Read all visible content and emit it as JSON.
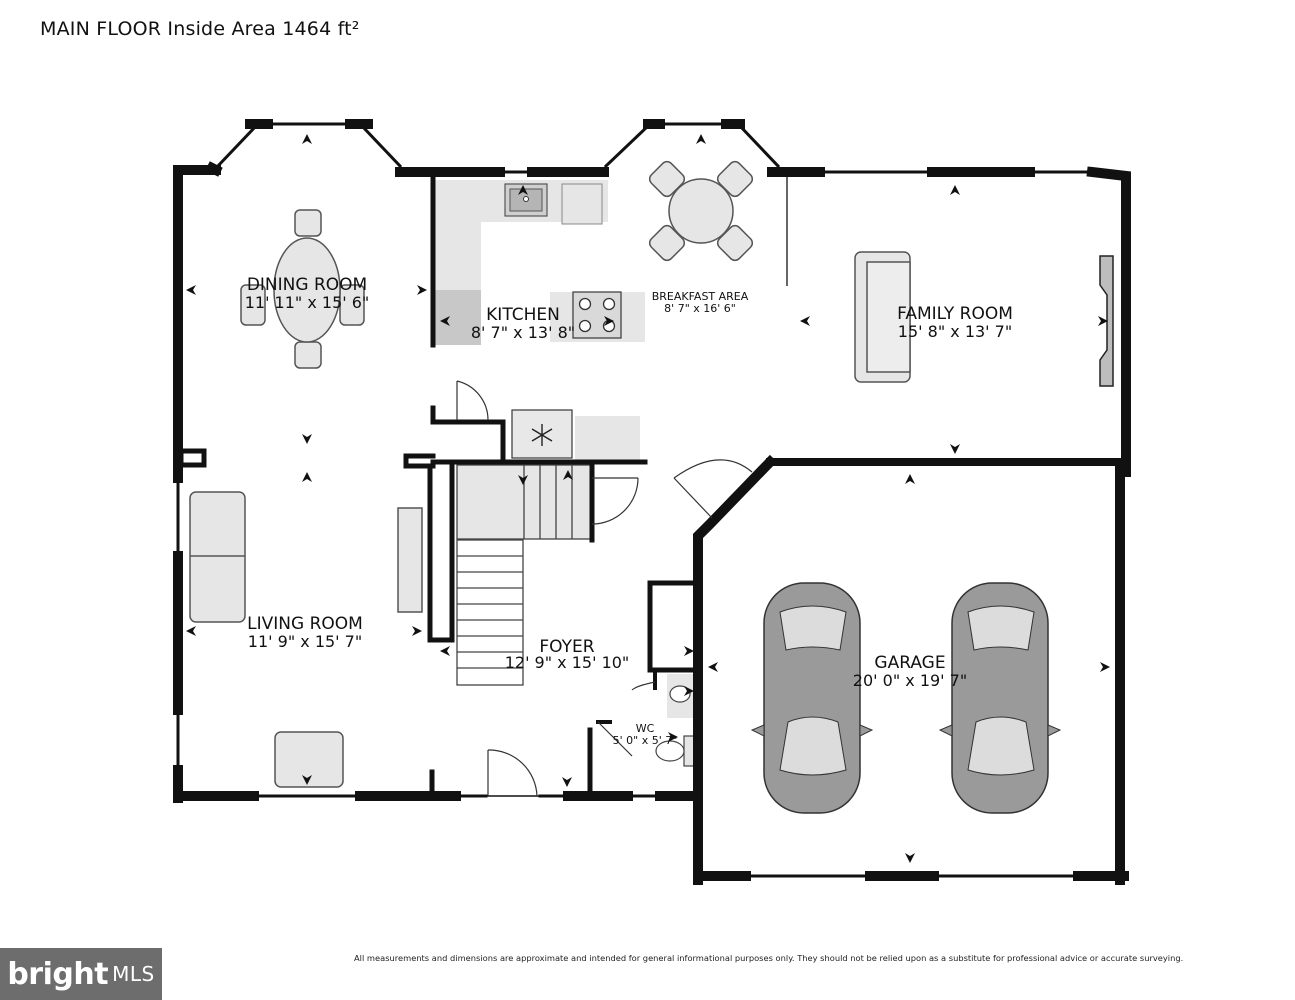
{
  "header": {
    "title": "MAIN FLOOR Inside Area 1464 ft²"
  },
  "rooms": {
    "dining": {
      "name": "DINING ROOM",
      "dims": "11' 11\" x 15' 6\""
    },
    "kitchen": {
      "name": "KITCHEN",
      "dims": "8' 7\" x 13' 8\""
    },
    "breakfast": {
      "name": "BREAKFAST AREA",
      "dims": "8' 7\" x 16' 6\""
    },
    "family": {
      "name": "FAMILY ROOM",
      "dims": "15' 8\" x 13' 7\""
    },
    "living": {
      "name": "LIVING ROOM",
      "dims": "11' 9\" x 15' 7\""
    },
    "foyer": {
      "name": "FOYER",
      "dims": "12' 9\" x 15' 10\""
    },
    "wc": {
      "name": "WC",
      "dims": "5' 0\" x 5' 7\""
    },
    "garage": {
      "name": "GARAGE",
      "dims": "20' 0\" x 19' 7\""
    }
  },
  "footer": {
    "disclaimer": "All measurements and dimensions are approximate and intended for general informational purposes only. They should not be relied upon as a substitute for professional advice or accurate surveying.",
    "logo_main": "bright",
    "logo_suffix": "MLS"
  },
  "colors": {
    "wall": "#111111",
    "fixture_gray": "#cccccc",
    "counter": "#e6e6e6",
    "car": "#9a9a9a",
    "logo_bg": "#6d6d6d"
  },
  "icons": [
    "sink-icon",
    "stove-icon",
    "fridge-icon",
    "snowflake-icon",
    "fireplace-icon",
    "toilet-icon",
    "car-icon",
    "door-swing-icon",
    "view-marker-icon"
  ]
}
